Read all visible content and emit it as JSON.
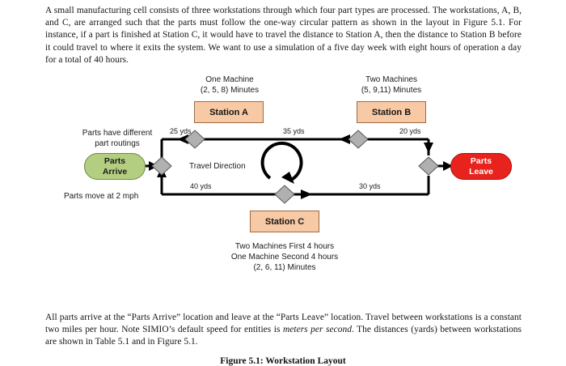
{
  "document": {
    "paragraph_top": "A small manufacturing cell consists of three workstations through which four part types are processed.  The workstations, A, B, and C, are arranged such that the parts must follow the one-way circular pattern as shown in the layout in Figure 5.1. For instance, if a part is finished at Station C, it would have to travel the distance to Station A, then the distance to Station B before it could travel to where it exits the system. We want to use a simulation of a five day week with eight hours of operation a day for a total of 40 hours.",
    "paragraph_bottom_1": "All parts arrive at the “Parts Arrive” location and leave at the “Parts Leave” location.  Travel between workstations is a constant two miles per hour. Note SIMIO’s default speed for entities is ",
    "paragraph_bottom_italic": "meters per second",
    "paragraph_bottom_2": ". The distances (yards) between workstations are shown in Table 5.1 and in Figure 5.1.",
    "figure_caption": "Figure 5.1: Workstation Layout"
  },
  "figure": {
    "stations": [
      {
        "id": "station-a",
        "label": "Station A",
        "machines": "One Machine",
        "times": "(2, 5, 8) Minutes"
      },
      {
        "id": "station-b",
        "label": "Station B",
        "machines": "Two Machines",
        "times": "(5, 9,11) Minutes"
      },
      {
        "id": "station-c",
        "label": "Station C",
        "note_line_1": "Two Machines First 4 hours",
        "note_line_2": "One Machine Second 4 hours",
        "times": "(2, 6, 11) Minutes"
      }
    ],
    "terminators": {
      "arrive_line_1": "Parts",
      "arrive_line_2": "Arrive",
      "leave_line_1": "Parts",
      "leave_line_2": "Leave"
    },
    "annotations": {
      "routing_line_1": "Parts  have different",
      "routing_line_2": "part routings",
      "speed": "Parts move at 2 mph",
      "travel_direction": "Travel Direction"
    },
    "distances": [
      {
        "id": "dist-arrive-to-a",
        "label": "25 yds"
      },
      {
        "id": "dist-a-to-b",
        "label": "35 yds"
      },
      {
        "id": "dist-b-to-leave",
        "label": "20 yds"
      },
      {
        "id": "dist-c-to-arrive",
        "label": "40 yds"
      },
      {
        "id": "dist-leave-to-c",
        "label": "30 yds"
      }
    ],
    "colors": {
      "station_fill": "#f7c9a4",
      "station_border": "#9d6b44",
      "arrive_fill": "#b3cd81",
      "leave_fill": "#e8231d",
      "node_fill": "#b0b0b0",
      "line": "#000000"
    }
  }
}
